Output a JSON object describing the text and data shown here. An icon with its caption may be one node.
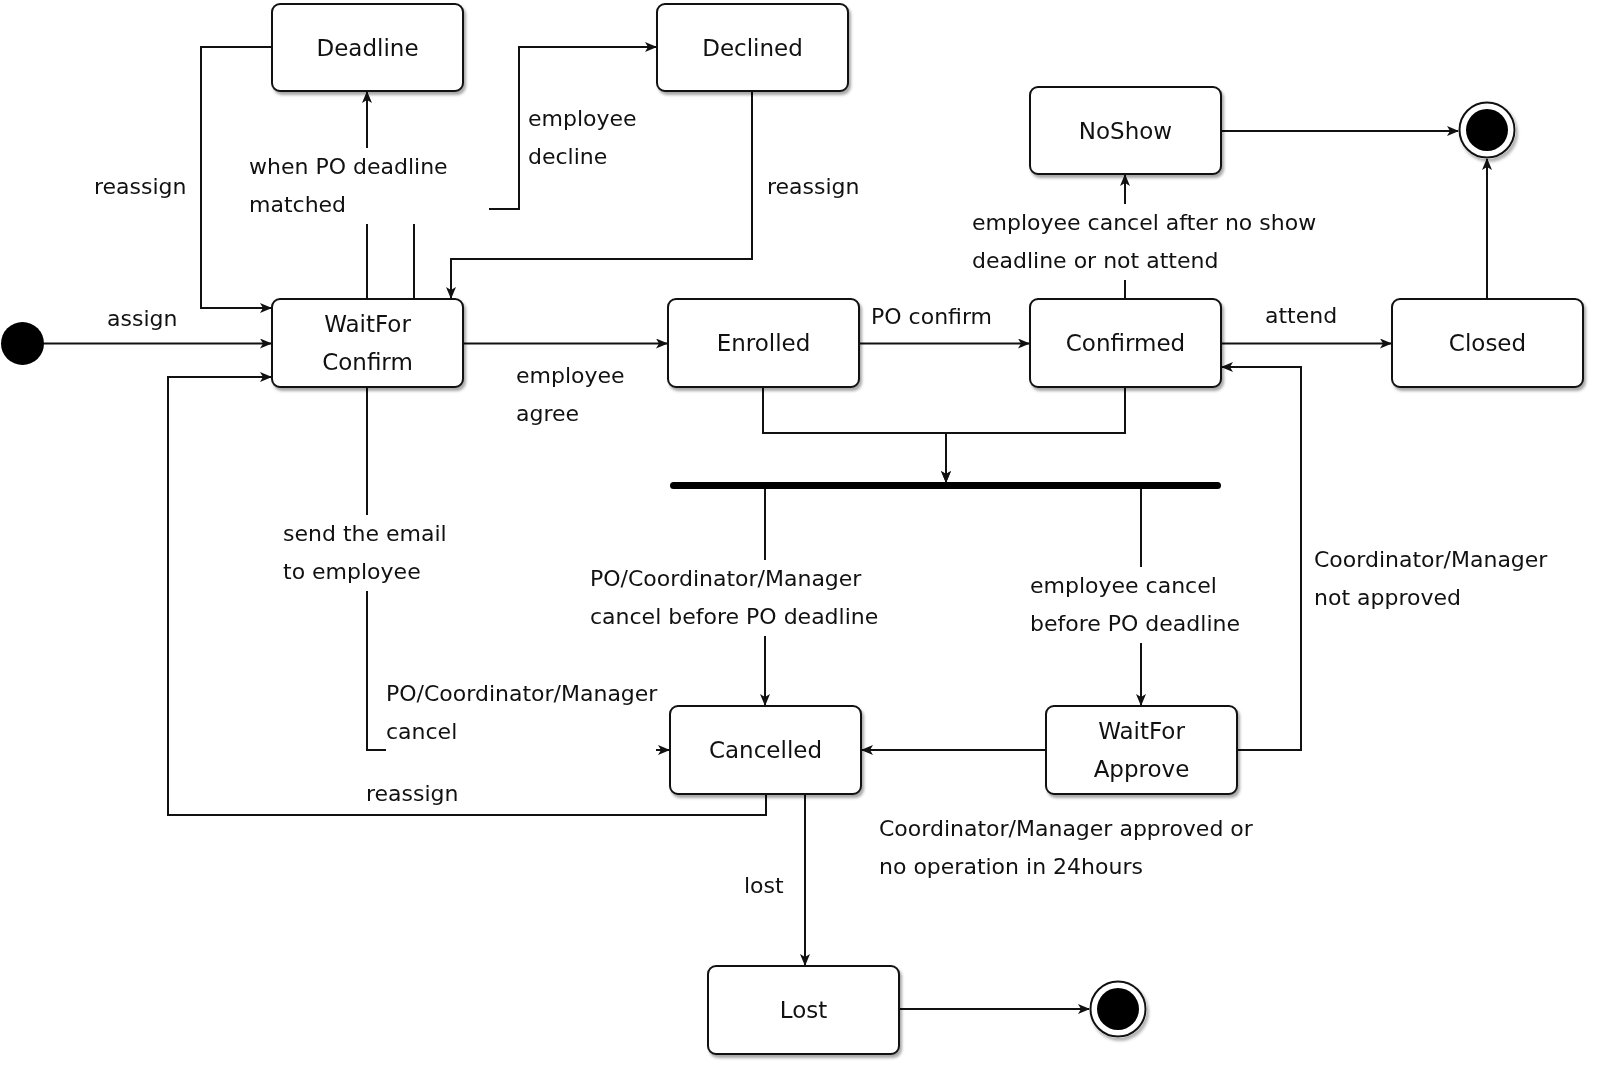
{
  "diagram": {
    "nodes": [
      {
        "text": [
          "Deadline"
        ]
      },
      {
        "text": [
          "Declined"
        ]
      },
      {
        "text": [
          "NoShow"
        ]
      },
      {
        "text": [],
        "shape": "bullseye"
      },
      {
        "text": [],
        "shape": "dot"
      },
      {
        "text": [
          "WaitFor Confirm"
        ]
      },
      {
        "text": [
          "Enrolled"
        ]
      },
      {
        "text": [
          "Confirmed"
        ]
      },
      {
        "text": [
          "Closed"
        ]
      },
      {
        "text": [],
        "shape": "bar"
      },
      {
        "text": [
          "Cancelled"
        ]
      },
      {
        "text": [
          "WaitFor Approve"
        ]
      },
      {
        "text": [
          "Lost"
        ]
      },
      {
        "text": [],
        "shape": "bullseye"
      }
    ],
    "edges": [
      {
        "from": 4,
        "to": 5,
        "arrow": "to",
        "label": "assign"
      },
      {
        "from": 5,
        "to": 0,
        "arrow": "to",
        "label": "when PO deadline matched"
      },
      {
        "from": 0,
        "to": 5,
        "arrow": "to",
        "label": "reassign"
      },
      {
        "from": 5,
        "to": 1,
        "arrow": "to",
        "label": "employee decline"
      },
      {
        "from": 1,
        "to": 5,
        "arrow": "to",
        "label": "reassign"
      },
      {
        "from": 5,
        "to": 6,
        "arrow": "to",
        "label": "employee agree"
      },
      {
        "from": 6,
        "to": 7,
        "arrow": "to",
        "label": "PO confirm"
      },
      {
        "from": 7,
        "to": 2,
        "arrow": "to",
        "label": "employee cancel after no show deadline or not attend"
      },
      {
        "from": 2,
        "to": 3,
        "arrow": "to"
      },
      {
        "from": 7,
        "to": 8,
        "arrow": "to",
        "label": "attend"
      },
      {
        "from": 8,
        "to": 3,
        "arrow": "to"
      },
      {
        "from": 6,
        "to": 9,
        "arrow": "to"
      },
      {
        "from": 7,
        "to": 9,
        "arrow": "to"
      },
      {
        "from": 9,
        "to": 10,
        "arrow": "to",
        "label": "PO/Coordinator/Manager cancel before PO deadline"
      },
      {
        "from": 9,
        "to": 11,
        "arrow": "to",
        "label": "employee cancel before PO deadline"
      },
      {
        "from": 5,
        "to": 10,
        "arrow": "to",
        "label": "PO/Coordinator/Manager cancel"
      },
      {
        "from": 10,
        "to": 5,
        "arrow": "to",
        "label": "reassign"
      },
      {
        "from": 11,
        "to": 10,
        "arrow": "to",
        "label": "Coordinator/Manager approved or no operation in 24hours"
      },
      {
        "from": 11,
        "to": 7,
        "arrow": "to",
        "label": "Coordinator/Manager not approved"
      },
      {
        "from": 10,
        "to": 12,
        "arrow": "to",
        "label": "lost"
      },
      {
        "from": 12,
        "to": 13,
        "arrow": "to"
      }
    ],
    "labels": [
      "send the email to employee"
    ]
  }
}
